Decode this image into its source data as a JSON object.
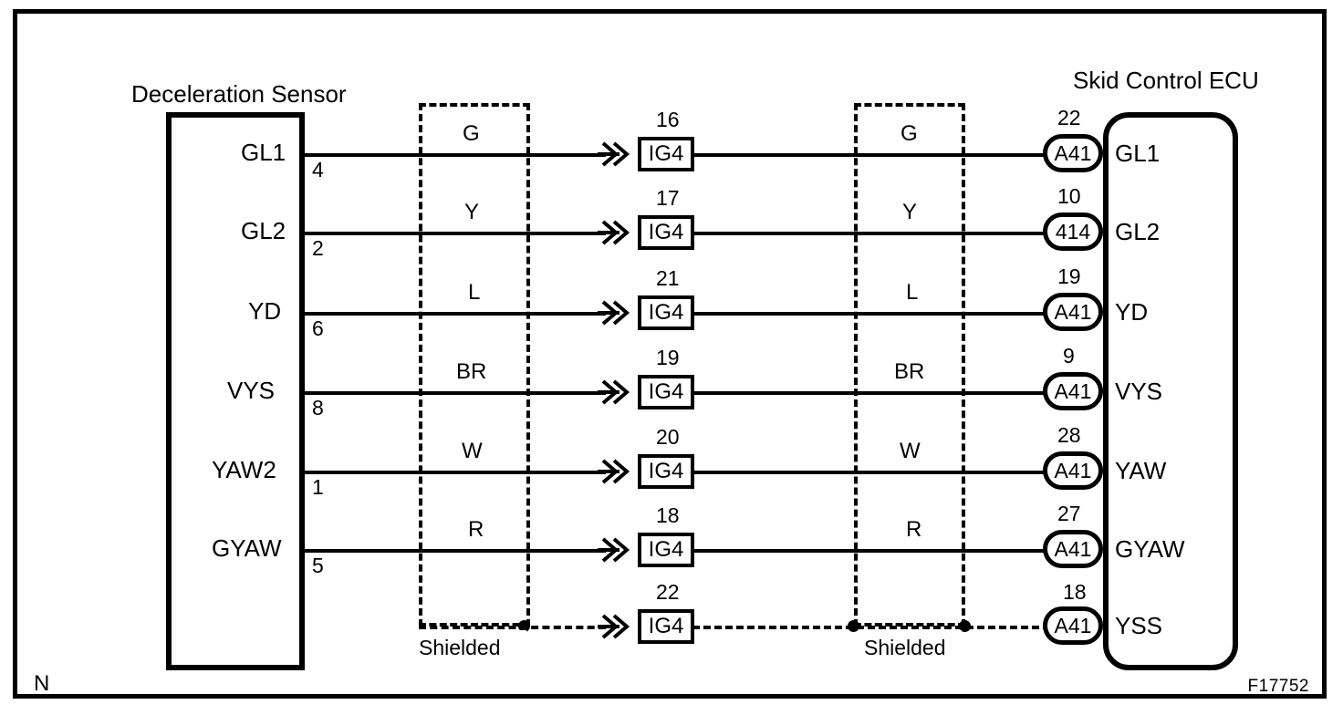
{
  "diagram": {
    "left_block_title": "Deceleration Sensor",
    "right_block_title": "Skid Control ECU",
    "shield_label_left": "Shielded",
    "shield_label_right": "Shielded",
    "corner_mark": "N",
    "reference_code": "F17752",
    "connector_label": "IG4"
  },
  "rows": [
    {
      "sensor_terminal": "GL1",
      "sensor_pin": "4",
      "wire_color_left": "G",
      "wire_color_right": "G",
      "connector_pin": "16",
      "connector_label": "IG4",
      "ecu_pin": "22",
      "ecu_connector": "A41",
      "ecu_terminal": "GL1"
    },
    {
      "sensor_terminal": "GL2",
      "sensor_pin": "2",
      "wire_color_left": "Y",
      "wire_color_right": "Y",
      "connector_pin": "17",
      "connector_label": "IG4",
      "ecu_pin": "10",
      "ecu_connector": "414",
      "ecu_terminal": "GL2"
    },
    {
      "sensor_terminal": "YD",
      "sensor_pin": "6",
      "wire_color_left": "L",
      "wire_color_right": "L",
      "connector_pin": "21",
      "connector_label": "IG4",
      "ecu_pin": "19",
      "ecu_connector": "A41",
      "ecu_terminal": "YD"
    },
    {
      "sensor_terminal": "VYS",
      "sensor_pin": "8",
      "wire_color_left": "BR",
      "wire_color_right": "BR",
      "connector_pin": "19",
      "connector_label": "IG4",
      "ecu_pin": "9",
      "ecu_connector": "A41",
      "ecu_terminal": "VYS"
    },
    {
      "sensor_terminal": "YAW2",
      "sensor_pin": "1",
      "wire_color_left": "W",
      "wire_color_right": "W",
      "connector_pin": "20",
      "connector_label": "IG4",
      "ecu_pin": "28",
      "ecu_connector": "A41",
      "ecu_terminal": "YAW"
    },
    {
      "sensor_terminal": "GYAW",
      "sensor_pin": "5",
      "wire_color_left": "R",
      "wire_color_right": "R",
      "connector_pin": "18",
      "connector_label": "IG4",
      "ecu_pin": "27",
      "ecu_connector": "A41",
      "ecu_terminal": "GYAW"
    }
  ],
  "shield_row": {
    "connector_pin": "22",
    "connector_label": "IG4",
    "ecu_pin": "18",
    "ecu_connector": "A41",
    "ecu_terminal": "YSS"
  }
}
